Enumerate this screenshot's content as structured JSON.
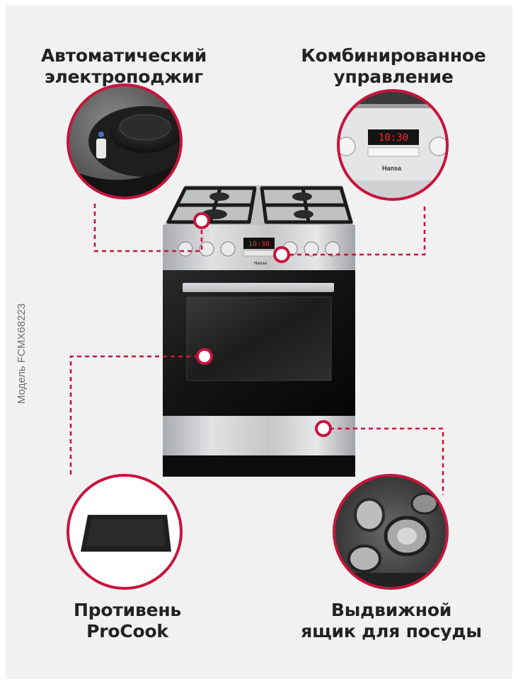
{
  "features": {
    "ignition": {
      "line1": "Автоматический",
      "line2": "электроподжиг"
    },
    "control": {
      "line1": "Комбинированное",
      "line2": "управление"
    },
    "tray": {
      "line1": "Противень",
      "line2": "ProCook"
    },
    "drawer": {
      "line1": "Выдвижной",
      "line2": "ящик для посуды"
    }
  },
  "model_label": "Модель FCMX68223",
  "appliance": {
    "brand": "Hansa",
    "display_time": "10:30"
  },
  "colors": {
    "accent": "#c8143c",
    "panel_bg": "#f1f1f1",
    "steel": "#c9cbcd",
    "oven_glass": "#0c0c0c",
    "display_red": "#ff2a2a",
    "text": "#222222",
    "model_text": "#6e6e6e"
  }
}
